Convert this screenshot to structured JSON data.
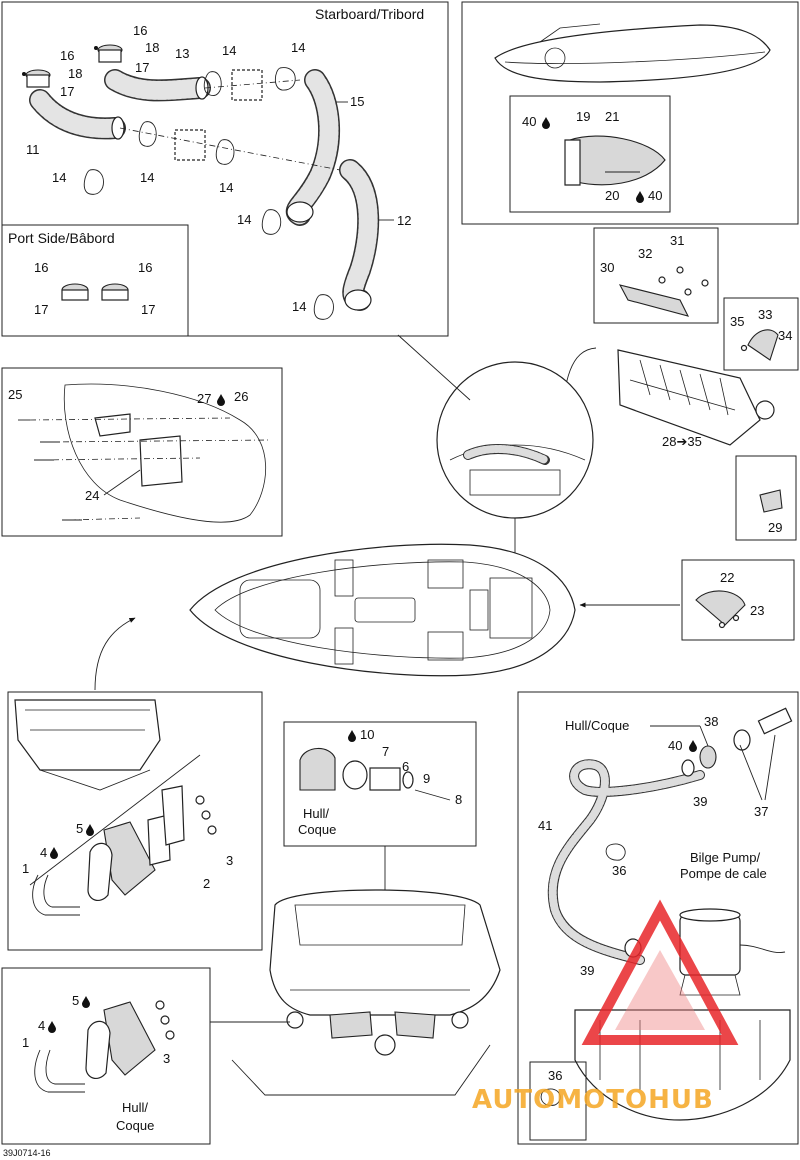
{
  "panels": {
    "starboard_title": "Starboard/Tribord",
    "port_title": "Port Side/Bâbord"
  },
  "labels": {
    "hull_coque": "Hull/Coque",
    "hull": "Hull/",
    "coque": "Coque",
    "bilge_pump_line1": "Bilge Pump/",
    "bilge_pump_line2": "Pompe de cale",
    "range_28_35": "28➔35"
  },
  "callouts": {
    "n1": "1",
    "n2": "2",
    "n3": "3",
    "n4": "4",
    "n5": "5",
    "n6": "6",
    "n7": "7",
    "n8": "8",
    "n9": "9",
    "n10": "10",
    "n11": "11",
    "n12": "12",
    "n13": "13",
    "n14": "14",
    "n15": "15",
    "n16": "16",
    "n17": "17",
    "n18": "18",
    "n19": "19",
    "n20": "20",
    "n21": "21",
    "n22": "22",
    "n23": "23",
    "n24": "24",
    "n25": "25",
    "n26": "26",
    "n27": "27",
    "n29": "29",
    "n30": "30",
    "n31": "31",
    "n32": "32",
    "n33": "33",
    "n34": "34",
    "n35": "35",
    "n36": "36",
    "n37": "37",
    "n38": "38",
    "n39": "39",
    "n40": "40",
    "n41": "41"
  },
  "footer": {
    "diagram_code": "39J0714-16"
  },
  "watermark": {
    "text": "AUTOMOTOHUB",
    "color_red": "#e8262a",
    "color_orange": "#f5a623"
  },
  "icons": {
    "lubricant_drop": "drop-icon",
    "arrow": "arrow-icon"
  }
}
